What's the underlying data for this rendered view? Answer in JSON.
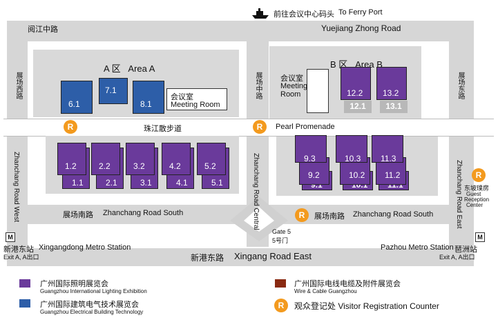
{
  "top": {
    "ferry_cn": "前往会议中心码头",
    "ferry_en": "To Ferry Port",
    "road_cn": "阅江中路",
    "road_en": "Yuejiang Zhong Road"
  },
  "area_a": {
    "title": "A 区   Area A",
    "halls_top": [
      "6.1",
      "7.1",
      "8.1"
    ],
    "meeting_cn": "会议室",
    "meeting_en": "Meeting Room",
    "halls_bottom": [
      {
        "upper": "1.2",
        "lower": "1.1"
      },
      {
        "upper": "2.2",
        "lower": "2.1"
      },
      {
        "upper": "3.2",
        "lower": "3.1"
      },
      {
        "upper": "4.2",
        "lower": "4.1"
      },
      {
        "upper": "5.2",
        "lower": "5.1"
      }
    ]
  },
  "area_b": {
    "title": "B 区   Area B",
    "meeting_cn": "会议室",
    "meeting_en1": "Meeting",
    "meeting_en2": "Room",
    "halls_top": [
      {
        "upper": "12.2",
        "lower": "12.1"
      },
      {
        "upper": "13.2",
        "lower": "13.1"
      }
    ],
    "halls_bottom": [
      {
        "a": "9.3",
        "b": "9.2",
        "c": "9.1"
      },
      {
        "a": "10.3",
        "b": "10.2",
        "c": "10.1"
      },
      {
        "a": "11.3",
        "b": "11.2",
        "c": "11.1"
      }
    ]
  },
  "promenade": {
    "cn": "珠江散步道",
    "en": "Pearl Promenade"
  },
  "roads": {
    "west_cn": "展场西路",
    "west_en": "Zhanchang Road West",
    "central_cn": "展场中路",
    "central_en": "Zhanchang Road Central",
    "east_cn": "展场东路",
    "east_en": "Zhanchang Road East",
    "south_cn": "展场南路",
    "south_en": "Zhanchang Road South",
    "xingang_cn": "新港东路",
    "xingang_en": "Xingang Road East"
  },
  "gate": {
    "en": "Gate 5",
    "cn": "5号门"
  },
  "metro": {
    "west_cn": "新港东站",
    "west_en": "Xingangdong Metro Station",
    "west_exit": "Exit A, A出口",
    "east_en": "Pazhou Metro Station",
    "east_cn": "琶洲站",
    "east_exit": "Exit A, A出口",
    "icon": "M"
  },
  "guest": {
    "cn": "东坡璞房",
    "en1": "Guest",
    "en2": "Reception",
    "en3": "Center"
  },
  "legend": {
    "lighting_cn": "广州国际照明展览会",
    "lighting_en": "Guangzhou International Lighting Exhibition",
    "electrical_cn": "广州国际建筑电气技术展览会",
    "electrical_en": "Guangzhou Electrical Building Technology",
    "wire_cn": "广州国际电线电缆及附件展览会",
    "wire_en": "Wire & Cable Guangzhou",
    "registration": "观众登记处 Visitor Registration Counter",
    "r_symbol": "R"
  },
  "colors": {
    "lighting": "#6a3a9b",
    "electrical": "#2d5ea8",
    "wire": "#8a2a12",
    "registration": "#f39a1e"
  }
}
